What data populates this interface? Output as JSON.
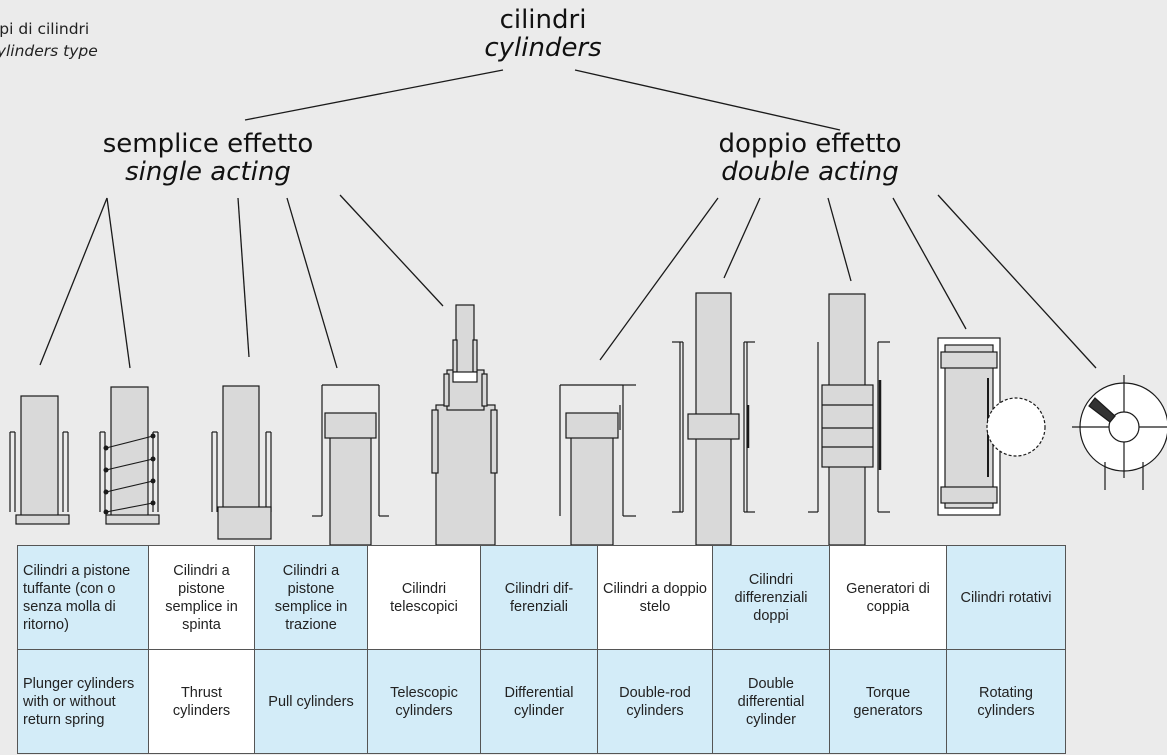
{
  "corner_label": {
    "italian": "Tipi di cilindri",
    "english": "Cylinders type"
  },
  "root": {
    "italian": "cilindri",
    "english": "cylinders"
  },
  "groups": {
    "single": {
      "italian": "semplice effetto",
      "english": "single acting"
    },
    "double": {
      "italian": "doppio effetto",
      "english": "double acting"
    }
  },
  "table": {
    "italian_row": [
      "Cilindri a pistone tuffante (con o senza molla di ritorno)",
      "Cilindri a pistone semplice in spinta",
      "Cilindri a pistone semplice in trazione",
      "Cilindri telescopici",
      "Cilindri dif­ferenziali",
      "Cilindri a doppio stelo",
      "Cilindri differenziali doppi",
      "Generatori di coppia",
      "Cilindri rotativi"
    ],
    "english_row": [
      "Plunger cylinders with or without return spring",
      "Thrust cylinders",
      "Pull cylinders",
      "Telescopic cylinders",
      "Differential cylinder",
      "Double-rod cylinders",
      "Double differential cylinder",
      "Torque generators",
      "Rotating cylinders"
    ]
  },
  "colors": {
    "cell_blue": "#d3ecf8",
    "cell_white": "#ffffff",
    "background": "#ebebeb",
    "rod_fill": "#d9d9d9"
  }
}
